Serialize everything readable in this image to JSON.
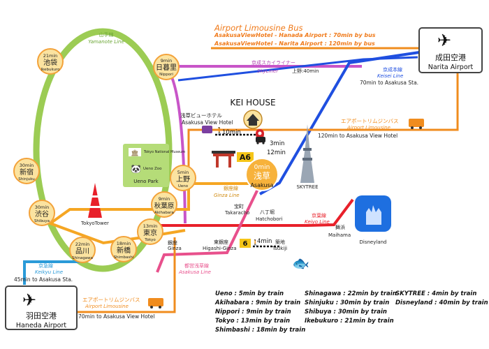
{
  "header": {
    "title": "Airport Limousine Bus",
    "line1": "AsakusaViewHotel - Hanada Airport : 70min by bus",
    "line2": "AsakusaViewHotel - Narita Airport : 120min by bus"
  },
  "airports": {
    "narita": {
      "jp": "成田空港",
      "en": "Narita Airport"
    },
    "haneda": {
      "jp": "羽田空港",
      "en": "Haneda Airport"
    }
  },
  "hotel": {
    "title": "KEI HOUSE",
    "jp": "浅草ビューホテル",
    "en": "Asakusa View Hotel",
    "walk": "10min"
  },
  "station_a6": "A6",
  "asakusa": {
    "time": "0min",
    "jp": "浅草",
    "en": "Asakusa"
  },
  "walk_times": {
    "a": "3min",
    "b": "12min"
  },
  "lines": {
    "yamanote_jp": "山手線",
    "yamanote_en": "Yamanote Line",
    "skyliner_jp": "京成スカイライナー",
    "skyliner_en": "SkyLiner",
    "skyliner_time": "上野:40min",
    "keisei_jp": "京成本線",
    "keisei_en": "Keisei Line",
    "keisei_time": "70min to Asakusa Sta.",
    "limo_n_jp": "エアポートリムジンバス",
    "limo_n_en": "Airport Limousine",
    "limo_n_time": "120min to Asakusa View Hotel",
    "limo_h_jp": "エアポートリムジンバス",
    "limo_h_en": "Airport Limousine",
    "limo_h_time": "70min to Asakusa View Hotel",
    "ginza_jp": "銀座線",
    "ginza_en": "Ginza Line",
    "keiyo_jp": "京葉線",
    "keiyo_en": "Keiyo Line",
    "asakusa_jp": "都営浅草線",
    "asakusa_en": "Asakusa Line",
    "keikyu_jp": "京急線",
    "keikyu_en": "Keikyu Line",
    "keikyu_time": "45min to Asakusa Sta."
  },
  "stations": {
    "ikebukuro": {
      "time": "21min",
      "jp": "池袋",
      "en": "Ikebukuro"
    },
    "nippori": {
      "time": "9min",
      "jp": "日暮里",
      "en": "Nippori"
    },
    "shinjuku": {
      "time": "30min",
      "jp": "新宿",
      "en": "Shinjuku"
    },
    "shibuya": {
      "time": "30min",
      "jp": "渋谷",
      "en": "Shibuya"
    },
    "shinagawa": {
      "time": "22min",
      "jp": "品川",
      "en": "Shinagawa"
    },
    "shimbashi": {
      "time": "18min",
      "jp": "新橋",
      "en": "Shimbashi"
    },
    "tokyo": {
      "time": "13min",
      "jp": "東京",
      "en": "Tokyo"
    },
    "akihabara": {
      "time": "9min",
      "jp": "秋葉原",
      "en": "Akihabara"
    },
    "ueno": {
      "time": "5min",
      "jp": "上野",
      "en": "Ueno"
    }
  },
  "places": {
    "museum": "Tokyo National Museum",
    "zoo": "Ueno Zoo",
    "park": "Ueno Park",
    "tower": "TokyoTower",
    "skytree": "SKYTREE",
    "disneyland": "Disneyland",
    "maihama_jp": "舞浜",
    "maihama_en": "Maihama",
    "ginza_jp": "銀座",
    "ginza_en": "Ginza",
    "takaracho_jp": "宝町",
    "takaracho_en": "Takaracho",
    "hatchobori_jp": "八丁堀",
    "hatchobori_en": "Hatchobori",
    "higashiginza_jp": "東銀座",
    "higashiginza_en": "Higashi-Ginza",
    "tsukiji_jp": "築地",
    "tsukiji_en": "Tsukiji",
    "station_6": "6",
    "tsukiji_walk": "4min"
  },
  "legend": {
    "col1": [
      "Ueno : 5min by train",
      "Akihabara : 9min by train",
      "Nippori : 9min by train",
      "Tokyo : 13min by train",
      "Shimbashi : 18min by train"
    ],
    "col2": [
      "Shinagawa : 22min by train",
      "Shinjuku : 30min by train",
      "Shibuya : 30min by train",
      "Ikebukuro : 21min by train"
    ],
    "col3": [
      "SKYTREE : 4min by train",
      "Disneyland : 40min by train"
    ]
  },
  "colors": {
    "yamanote": "#9ccc54",
    "skyliner": "#c855c8",
    "keisei": "#1f4fe0",
    "limousine": "#f08c1e",
    "ginza": "#f5a623",
    "keiyo": "#e8202a",
    "asakusa_line": "#e8508c",
    "keikyu": "#2a9ad8",
    "title": "#f07a1a",
    "circle": "#fbe3a0",
    "ring": "#f3a23a",
    "a6": "#f5c518"
  }
}
